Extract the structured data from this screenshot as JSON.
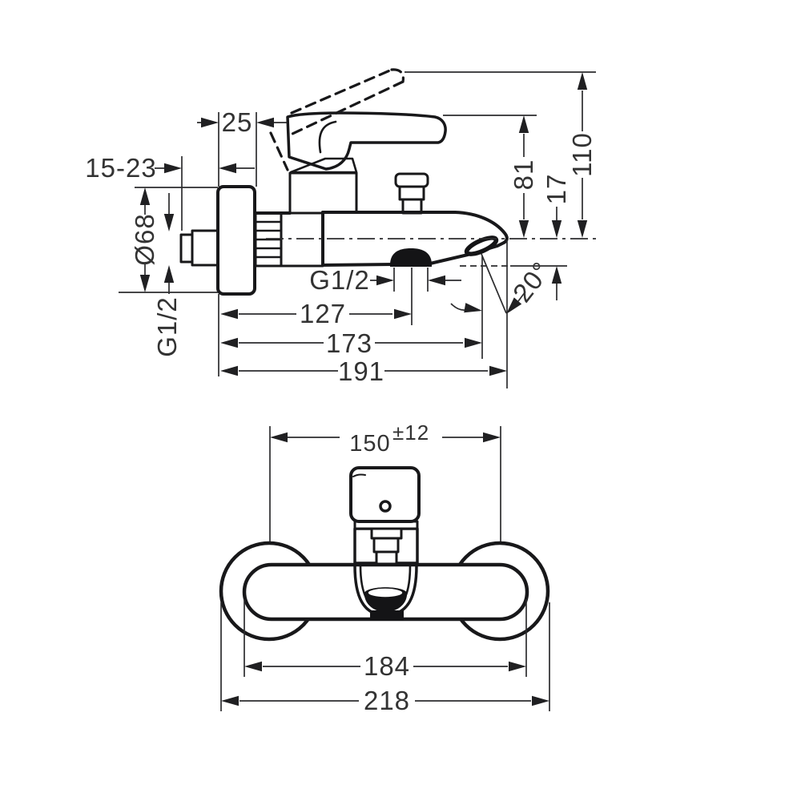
{
  "drawing": {
    "type": "installation-dimension-diagram",
    "subject": "wall-mounted single-lever bath mixer",
    "background": "#ffffff",
    "ink": "#18181a",
    "views": {
      "side_view": {
        "labels": {
          "flange_depth": "25",
          "wall_clearance": "15-23",
          "flange_diameter": "Ø68",
          "inlet_thread": "G1/2",
          "outlet_thread": "G1/2",
          "height_overall": "110",
          "height_handle": "81",
          "spout_drop": "17",
          "spout_angle": "20°",
          "reach_outlet": "127",
          "reach_mid": "173",
          "reach_overall": "191"
        }
      },
      "front_view": {
        "labels": {
          "connection_distance": "150",
          "connection_tolerance": "±12",
          "body_width": "184",
          "overall_width": "218"
        }
      }
    }
  }
}
